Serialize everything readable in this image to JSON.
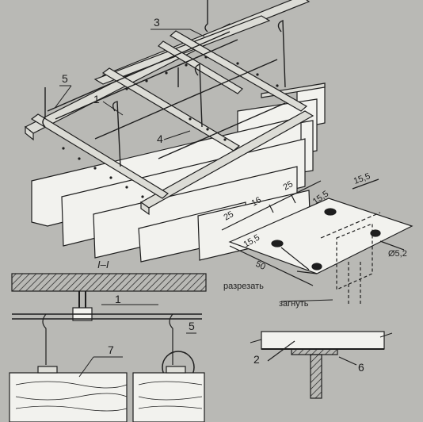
{
  "callouts": {
    "c1": "1",
    "c2": "2",
    "c3": "3",
    "c4": "4",
    "c5": "5",
    "c6": "6",
    "c7": "7",
    "c1b": "1",
    "c5b": "5"
  },
  "section_label": "I–I",
  "dimensions": {
    "d25a": "25",
    "d16": "16",
    "d25b": "25",
    "d15_5a": "15,5",
    "d15_5b": "15,5",
    "d15_5c": "15,5",
    "d50": "50",
    "d5_2": "Ø5,2"
  },
  "notes": {
    "cut": "разрезать",
    "bend": "загнуть"
  },
  "colors": {
    "paper": "#b9b9b5",
    "ink": "#1e1e1e",
    "board": "#f2f2ee",
    "rail": "#dcdcd6"
  }
}
